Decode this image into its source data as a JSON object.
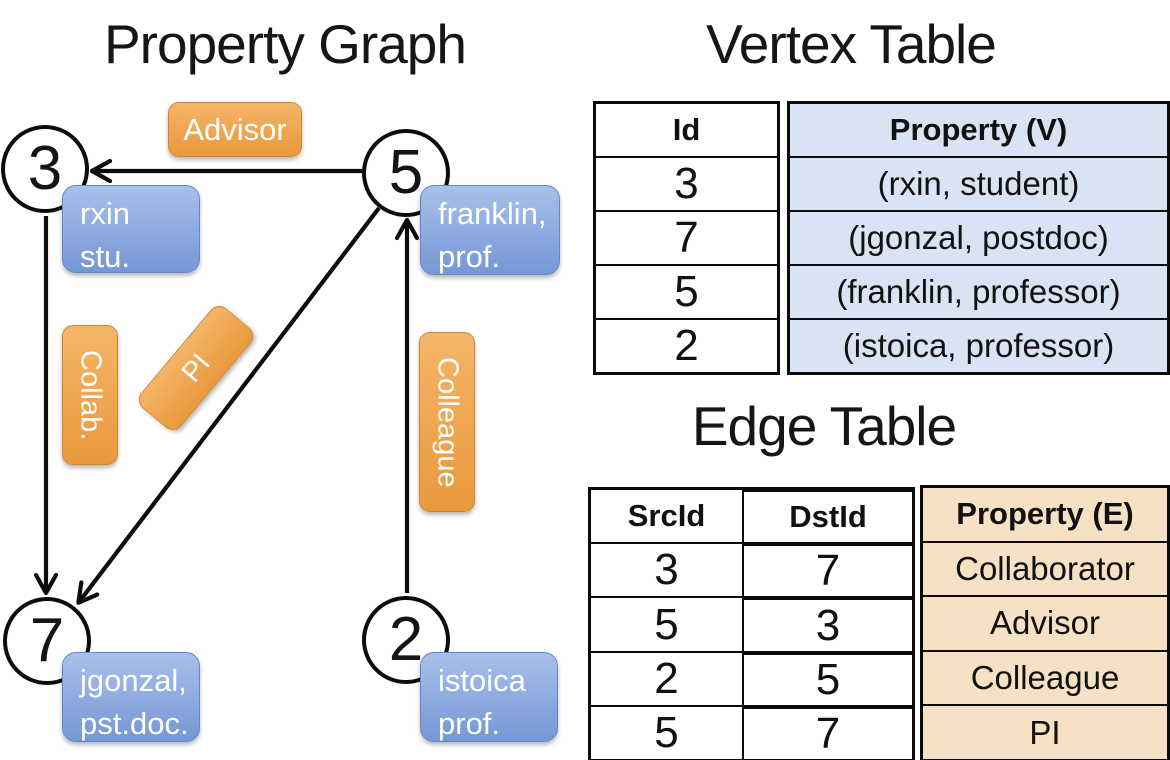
{
  "graph": {
    "title": "Property Graph",
    "nodes": [
      {
        "id": "3",
        "property_lines": [
          "rxin",
          "stu."
        ]
      },
      {
        "id": "5",
        "property_lines": [
          "franklin,",
          "prof."
        ]
      },
      {
        "id": "7",
        "property_lines": [
          "jgonzal,",
          "pst.doc."
        ]
      },
      {
        "id": "2",
        "property_lines": [
          "istoica",
          "prof."
        ]
      }
    ],
    "edges": [
      {
        "src": "5",
        "dst": "3",
        "label": "Advisor"
      },
      {
        "src": "3",
        "dst": "7",
        "label": "Collab."
      },
      {
        "src": "5",
        "dst": "7",
        "label": "PI"
      },
      {
        "src": "2",
        "dst": "5",
        "label": "Colleague"
      }
    ]
  },
  "vertex_table": {
    "title": "Vertex Table",
    "columns": {
      "id": "Id",
      "property": "Property (V)"
    },
    "rows": [
      {
        "id": "3",
        "property": "(rxin, student)"
      },
      {
        "id": "7",
        "property": "(jgonzal, postdoc)"
      },
      {
        "id": "5",
        "property": "(franklin, professor)"
      },
      {
        "id": "2",
        "property": "(istoica, professor)"
      }
    ]
  },
  "edge_table": {
    "title": "Edge Table",
    "columns": {
      "src": "SrcId",
      "dst": "DstId",
      "property": "Property (E)"
    },
    "rows": [
      {
        "src": "3",
        "dst": "7",
        "property": "Collaborator"
      },
      {
        "src": "5",
        "dst": "3",
        "property": "Advisor"
      },
      {
        "src": "2",
        "dst": "5",
        "property": "Colleague"
      },
      {
        "src": "5",
        "dst": "7",
        "property": "PI"
      }
    ]
  },
  "colors": {
    "orange_light": "#f5b568",
    "orange_dark": "#e9993c",
    "orange_border": "#d1862c",
    "blue_light": "#a8c0ea",
    "blue_dark": "#7697d6",
    "blue_border": "#6487c9",
    "vertex_property_fill": "#dae3f4",
    "edge_property_fill": "#f7e1c4",
    "line": "#0c0c0c"
  }
}
